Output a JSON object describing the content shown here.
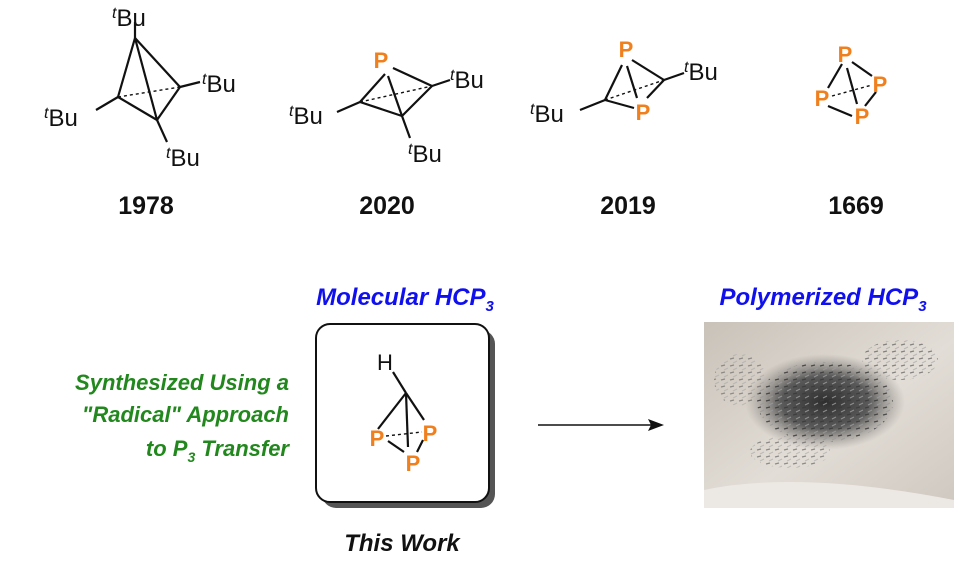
{
  "compounds": [
    {
      "year": "1978",
      "substituent": "Bu",
      "substituent_prefix": "t"
    },
    {
      "year": "2020",
      "substituent": "Bu",
      "substituent_prefix": "t",
      "heteroatom": "P"
    },
    {
      "year": "2019",
      "substituent": "Bu",
      "substituent_prefix": "t",
      "heteroatom": "P"
    },
    {
      "year": "1669",
      "heteroatom": "P"
    }
  ],
  "molecular": {
    "title": "Molecular HCP",
    "subscript": "3",
    "hydrogen": "H",
    "phosphorus": "P",
    "caption": "This Work"
  },
  "polymerized": {
    "title": "Polymerized HCP",
    "subscript": "3"
  },
  "synthesis": {
    "line1": "Synthesized Using a",
    "line2": "\"Radical\" Approach",
    "line3_pre": "to P",
    "line3_sub": "3",
    "line3_post": " Transfer"
  },
  "colors": {
    "phosphorus": "#f0801e",
    "title_blue": "#1010ee",
    "synthesis_green": "#22881e"
  }
}
